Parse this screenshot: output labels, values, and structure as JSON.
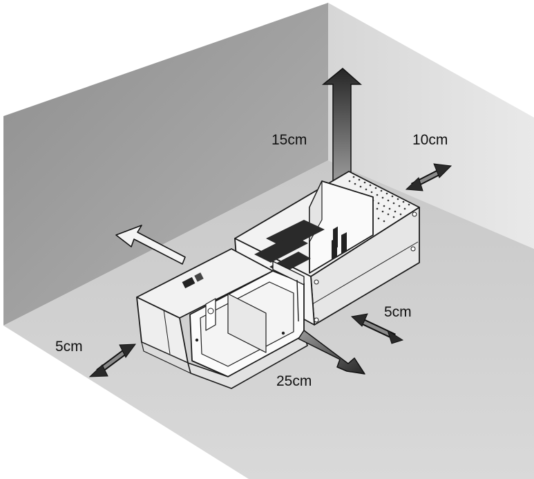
{
  "labels": {
    "top": "15cm",
    "back": "10cm",
    "right": "5cm",
    "left": "5cm",
    "front": "25cm"
  },
  "colors": {
    "back_wall": "#9a9a9a",
    "right_wall": "#dcdcdc",
    "floor": "#cfcfcf",
    "arrow_dark": "#2a2a2a",
    "arrow_light": "#f4f4f4",
    "device": "#f7f7f7",
    "outline": "#1a1a1a"
  }
}
